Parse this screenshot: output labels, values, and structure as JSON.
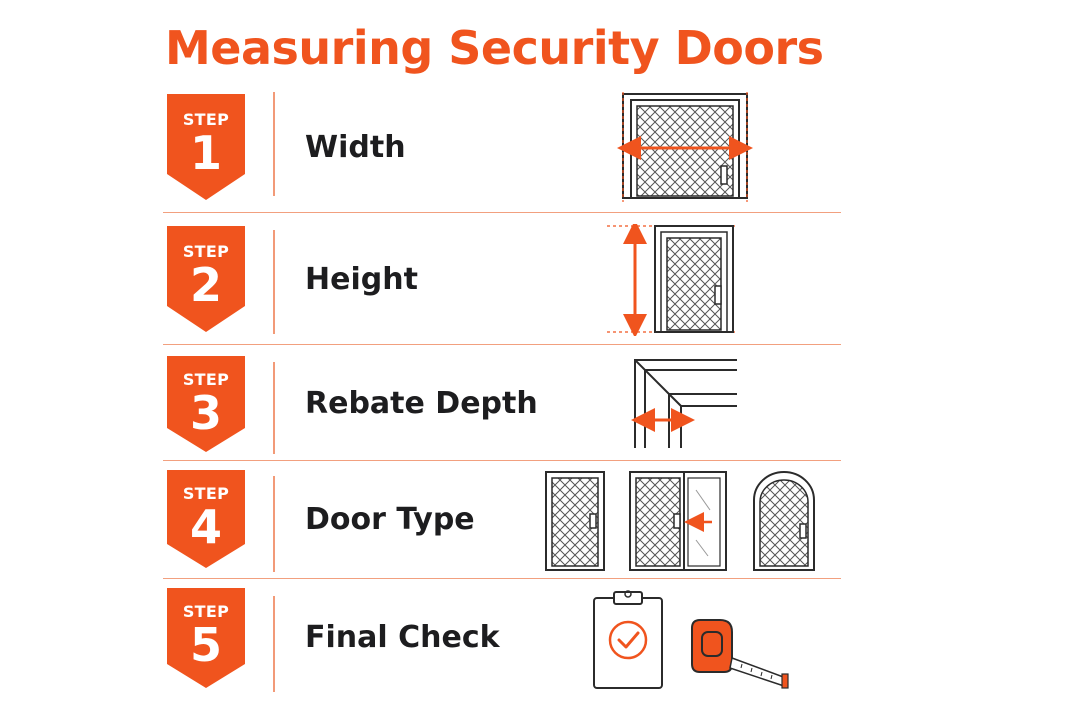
{
  "title": "Measuring Security Doors",
  "colors": {
    "accent": "#f0541e",
    "text": "#1d1d1f",
    "line": "#f2a07f",
    "stroke": "#2b2b2b"
  },
  "steps": [
    {
      "word": "STEP",
      "number": "1",
      "label": "Width",
      "icon": "door-width-measure-icon"
    },
    {
      "word": "STEP",
      "number": "2",
      "label": "Height",
      "icon": "door-height-measure-icon"
    },
    {
      "word": "STEP",
      "number": "3",
      "label": "Rebate Depth",
      "icon": "rebate-depth-icon"
    },
    {
      "word": "STEP",
      "number": "4",
      "label": "Door Type",
      "icon": "door-types-icon"
    },
    {
      "word": "STEP",
      "number": "5",
      "label": "Final Check",
      "icon": "checklist-tape-icon"
    }
  ]
}
